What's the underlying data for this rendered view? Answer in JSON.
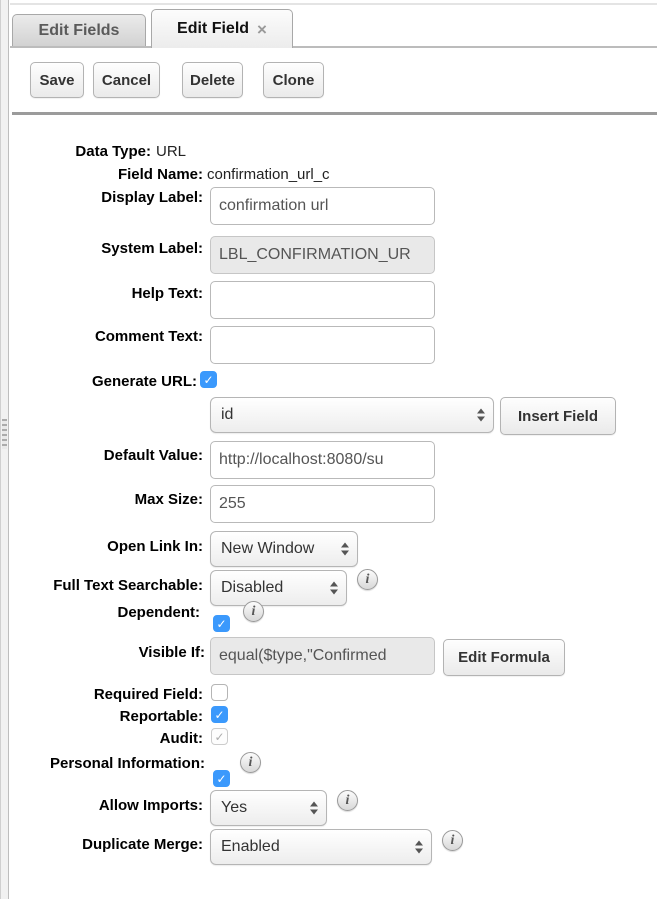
{
  "tabs": {
    "edit_fields": "Edit Fields",
    "edit_field": "Edit Field",
    "close": "×"
  },
  "toolbar": {
    "save": "Save",
    "cancel": "Cancel",
    "delete": "Delete",
    "clone": "Clone"
  },
  "form": {
    "data_type": {
      "label": "Data Type:",
      "value": "URL"
    },
    "field_name": {
      "label": "Field Name:",
      "value": "confirmation_url_c"
    },
    "display_label": {
      "label": "Display Label:",
      "value": "confirmation url"
    },
    "system_label": {
      "label": "System Label:",
      "value": "LBL_CONFIRMATION_UR",
      "disabled": true
    },
    "help_text": {
      "label": "Help Text:",
      "value": ""
    },
    "comment_text": {
      "label": "Comment Text:",
      "value": ""
    },
    "generate_url": {
      "label": "Generate URL:",
      "checked": true
    },
    "url_field_select": {
      "value": "id"
    },
    "insert_field_button": "Insert Field",
    "default_value": {
      "label": "Default Value:",
      "value": "http://localhost:8080/su"
    },
    "max_size": {
      "label": "Max Size:",
      "value": "255"
    },
    "open_link_in": {
      "label": "Open Link In:",
      "value": "New Window"
    },
    "full_text_searchable": {
      "label": "Full Text Searchable:",
      "value": "Disabled"
    },
    "dependent": {
      "label": "Dependent:",
      "checked": true
    },
    "visible_if": {
      "label": "Visible If:",
      "value": "equal($type,\"Confirmed",
      "disabled": true
    },
    "edit_formula_button": "Edit Formula",
    "required_field": {
      "label": "Required Field:",
      "checked": false
    },
    "reportable": {
      "label": "Reportable:",
      "checked": true
    },
    "audit": {
      "label": "Audit:",
      "checked": true,
      "disabled": true
    },
    "personal_information": {
      "label": "Personal Information:",
      "checked": true
    },
    "allow_imports": {
      "label": "Allow Imports:",
      "value": "Yes"
    },
    "duplicate_merge": {
      "label": "Duplicate Merge:",
      "value": "Enabled"
    }
  },
  "icons": {
    "info": "i",
    "check": "✓"
  },
  "colors": {
    "checkbox_checked": "#3b99fc",
    "disabled_bg": "#e9e9e9",
    "separator": "#9b9b9b"
  }
}
